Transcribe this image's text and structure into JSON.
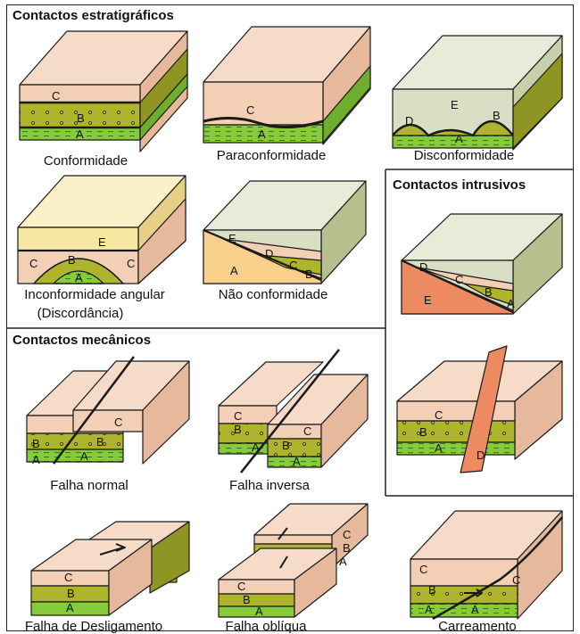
{
  "sections": {
    "stratigraphic": "Contactos estratigráficos",
    "intrusive": "Contactos intrusivos",
    "mechanical": "Contactos mecânicos"
  },
  "captions": {
    "conformity": "Conformidade",
    "paraconformity": "Paraconformidade",
    "disconformity": "Disconformidade",
    "angular_line1": "Inconformidade  angular",
    "angular_line2": "(Discordância)",
    "nonconformity": "Não conformidade",
    "normal_fault": "Falha normal",
    "reverse_fault": "Falha inversa",
    "strike_slip_fault": "Falha de Desligamento",
    "oblique_fault": "Falha oblíqua",
    "thrust": "Carreamento"
  },
  "layer_letters": [
    "A",
    "B",
    "C",
    "D",
    "E"
  ],
  "colors": {
    "layer_c": "#f3cfb6",
    "layer_b": "#aeb52c",
    "layer_a": "#86cc3a",
    "layer_e_gray": "#d8dfc4",
    "layer_e_yellow": "#f8e7a3",
    "intrusion": "#ec8a62",
    "outline": "#1a1a1a"
  }
}
